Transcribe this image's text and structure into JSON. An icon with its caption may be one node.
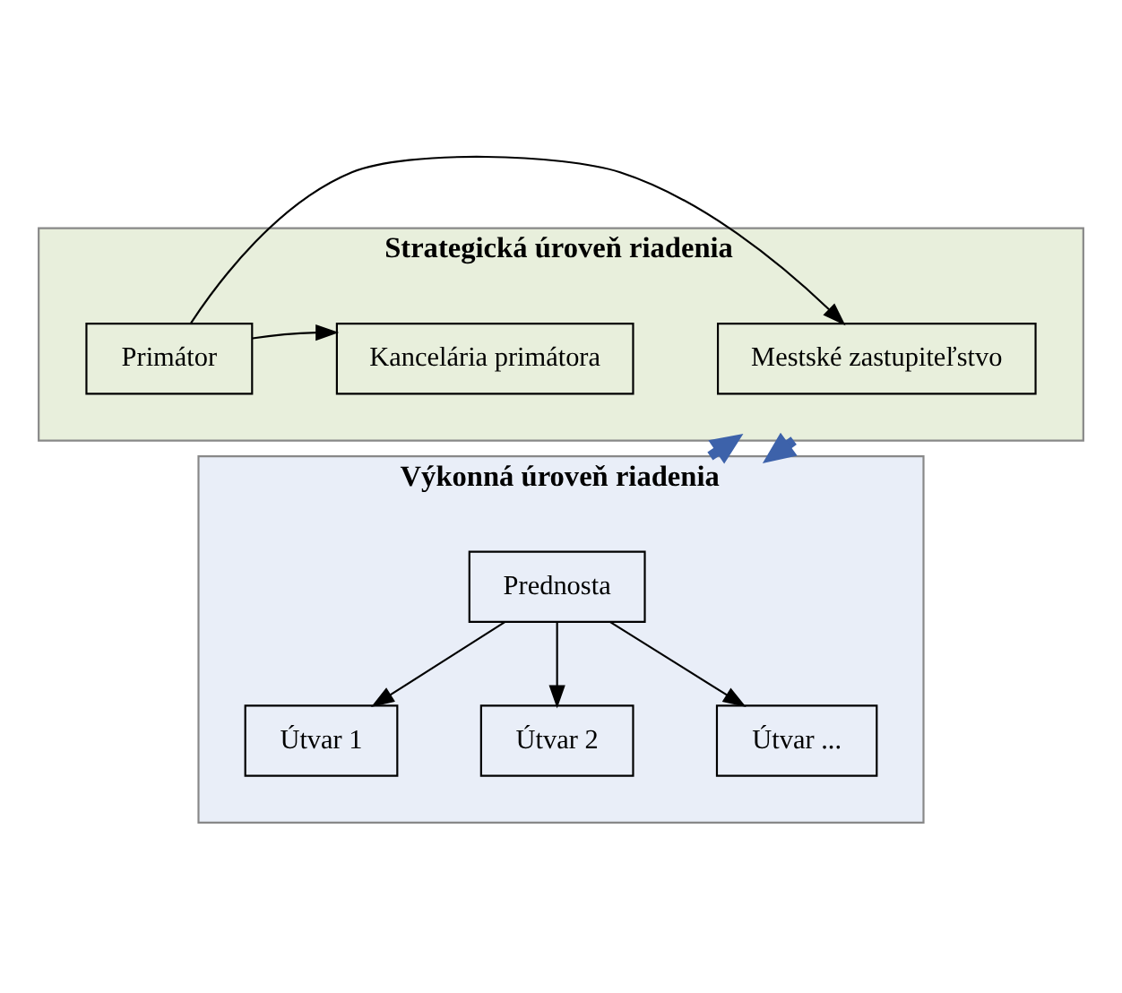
{
  "diagram": {
    "nodes": [
      {
        "text": [
          "Strategická úroveň riadenia"
        ]
      },
      {
        "text": [
          "Mestské zastupiteľstvo"
        ],
        "in": 0
      },
      {
        "text": [
          "Primátor"
        ],
        "in": 0
      },
      {
        "text": [
          "Kancelária primátora"
        ],
        "in": 0
      },
      {
        "text": [
          "Výkonná úroveň riadenia"
        ]
      },
      {
        "text": [
          "Prednosta"
        ],
        "in": 4
      },
      {
        "text": [
          "Útvar 1"
        ],
        "in": 4
      },
      {
        "text": [
          "Útvar 2"
        ],
        "in": 4
      },
      {
        "text": [
          "Útvar ..."
        ],
        "in": 4
      }
    ],
    "edges": [
      {
        "from": 2,
        "to": 1,
        "arrow": "to"
      },
      {
        "from": 2,
        "to": 3,
        "arrow": "to"
      },
      {
        "from": 5,
        "to": 6,
        "arrow": "to"
      },
      {
        "from": 5,
        "to": 7,
        "arrow": "to"
      },
      {
        "from": 5,
        "to": 8,
        "arrow": "to"
      },
      {
        "from": 0,
        "to": 4,
        "arrow": "to",
        "style": "thick",
        "color": "#3d62aa"
      },
      {
        "from": 4,
        "to": 0,
        "arrow": "to",
        "style": "thick",
        "color": "#3d62aa"
      }
    ]
  }
}
